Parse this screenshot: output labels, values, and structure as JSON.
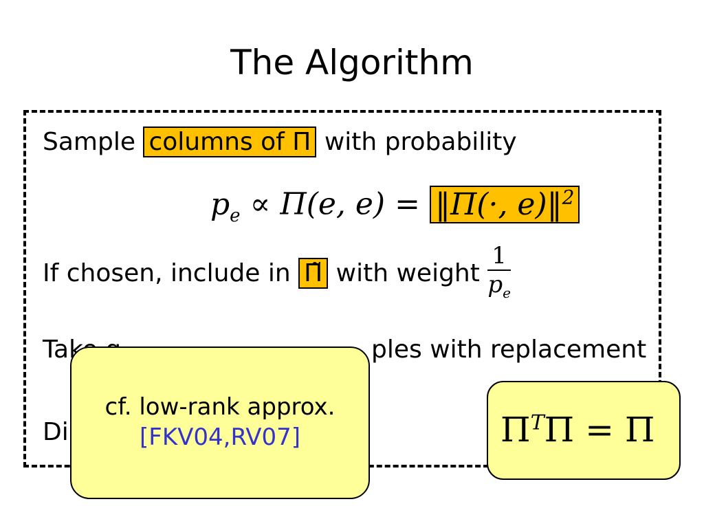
{
  "slide": {
    "title": "The Algorithm"
  },
  "line1": {
    "prefix": "Sample",
    "highlight": "columns of Π",
    "suffix": "with probability"
  },
  "formula": {
    "lhs": "p",
    "lhs_sub": "e",
    "middle": "∝ Π(e, e) =",
    "rhs": "‖Π(·, e)‖",
    "rhs_sup": "2"
  },
  "line2": {
    "prefix": "If chosen, include in",
    "highlight": "Π̃",
    "suffix": "with weight",
    "frac_num": "1",
    "frac_den": "p",
    "frac_den_sub": "e"
  },
  "line3": {
    "prefix": "Take q",
    "suffix": "ples with replacement"
  },
  "line4": {
    "prefix": "Di"
  },
  "note": {
    "line1": "cf. low-rank approx.",
    "line2": "[FKV04,RV07]"
  },
  "identity": {
    "text_a": "Π",
    "sup": "T",
    "text_b": "Π = Π"
  }
}
